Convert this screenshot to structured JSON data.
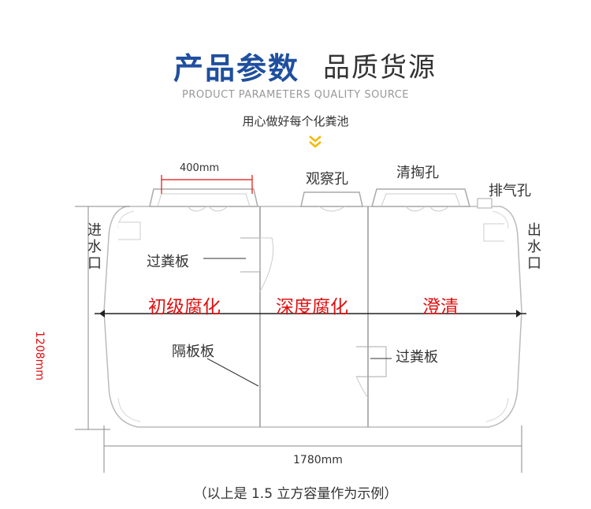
{
  "header": {
    "title_bold": "产品参数",
    "title_light": "品质货源",
    "subtitle_en": "PRODUCT PARAMETERS QUALITY SOURCE",
    "slogan": "用心做好每个化粪池"
  },
  "diagram": {
    "dim_top": "400mm",
    "dim_width": "1780mm",
    "dim_height": "1208mm",
    "inlet": "进水口",
    "outlet": "出水口",
    "observation_hole": "观察孔",
    "cleaning_hole": "清掏孔",
    "vent_hole": "排气孔",
    "zone_1": "初级腐化",
    "zone_2": "深度腐化",
    "zone_3": "澄清",
    "baffle_1": "过粪板",
    "baffle_2": "过粪板",
    "partition": "隔板板"
  },
  "footnote": "（以上是 1.5 立方容量作为示例）",
  "colors": {
    "title_blue": "#1f4f9e",
    "zone_red": "#e01010",
    "chevron_yellow": "#f5b800"
  },
  "icons": [
    "chevron-down-icon"
  ]
}
